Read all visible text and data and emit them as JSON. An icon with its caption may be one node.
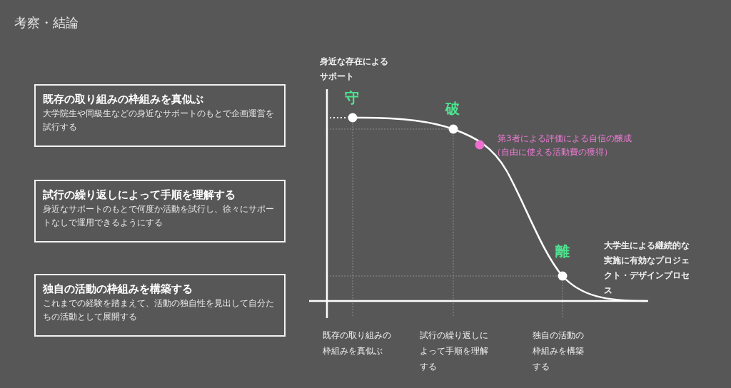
{
  "diagram": {
    "title": "考察・結論",
    "nodes": [
      {
        "text": [
          "既存の取り組みの枠組みを真似ぶ",
          "大学院生や同級生などの身近なサポートのもとで企画運営を試行する"
        ]
      },
      {
        "text": [
          "試行の繰り返しによって手順を理解する",
          "身近なサポートのもとで何度か活動を試行し、徐々にサポートなしで運用できるようにする"
        ]
      },
      {
        "text": [
          "独自の活動の枠組みを構築する",
          "これまでの経験を踏まえて、活動の独自性を見出して自分たちの活動として展開する"
        ]
      }
    ],
    "labels": [
      "身近な存在によるサポート",
      "守",
      "破",
      "第3者による評価による自信の醸成",
      "（自由に使える活動費の獲得）",
      "離",
      "大学生による継続的な実施に有効なプロジェクト・デザインプロセス",
      "既存の取り組みの枠組みを真似ぶ",
      "試行の繰り返しによって手順を理解する",
      "独自の活動の枠組みを構築する"
    ]
  }
}
